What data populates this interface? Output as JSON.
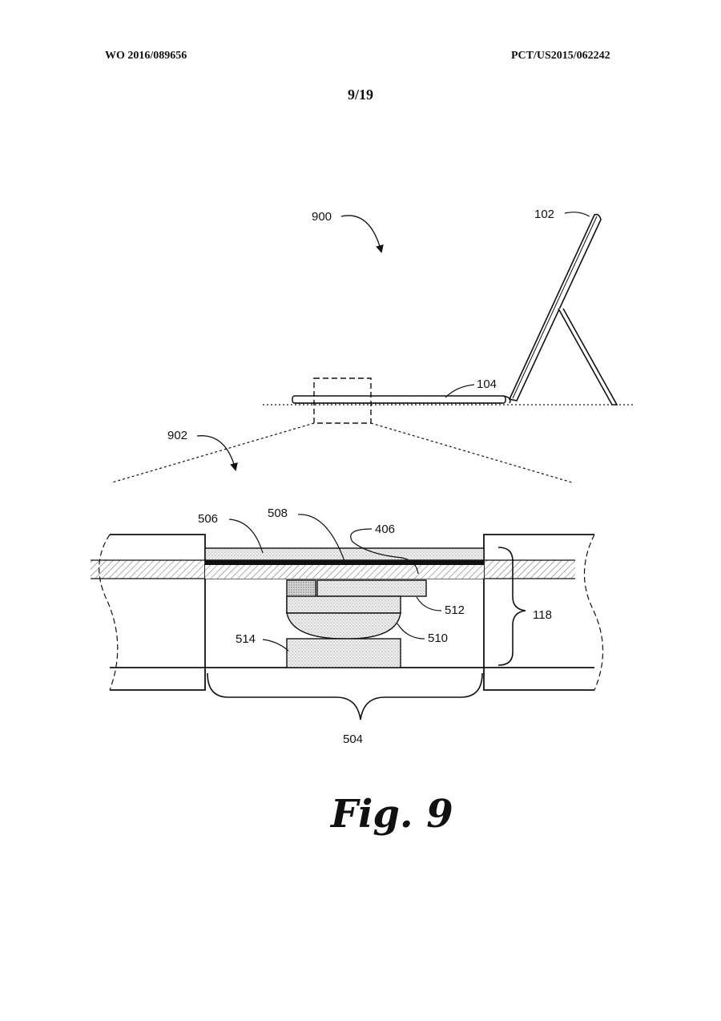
{
  "header": {
    "publication_number": "WO 2016/089656",
    "application_number": "PCT/US2015/062242"
  },
  "sheet": {
    "number": "9/19"
  },
  "figure": {
    "caption": "Fig. 9",
    "reference_labels": {
      "overview": "900",
      "detail": "902",
      "tablet": "102",
      "keyboard": "104",
      "layer_506": "506",
      "layer_508": "508",
      "element_406": "406",
      "element_512": "512",
      "element_510": "510",
      "element_514": "514",
      "thickness_118": "118",
      "region_504": "504"
    }
  }
}
